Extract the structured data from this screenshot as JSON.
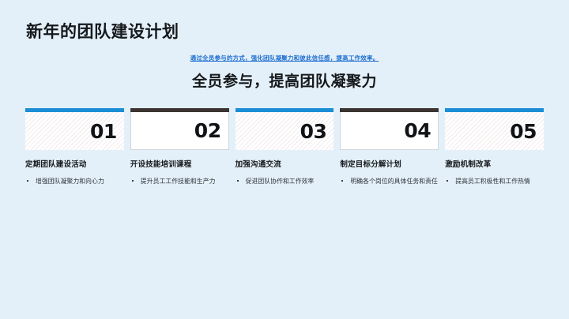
{
  "slide": {
    "background_color": "#e4f0f9",
    "title": "新年的团队建设计划",
    "caption": "通过全员参与的方式，强化团队凝聚力和彼此信任感，提高工作效率。",
    "caption_color": "#1f6fd0",
    "subtitle": "全员参与，提高团队凝聚力",
    "accent_blue": "#1b8ed6",
    "accent_dark": "#3a3532"
  },
  "cards": [
    {
      "number": "01",
      "heading": "定期团队建设活动",
      "bullets": [
        "增强团队凝聚力和向心力"
      ],
      "bar_color": "#1b8ed6",
      "style": "hatched"
    },
    {
      "number": "02",
      "heading": "开设技能培训课程",
      "bullets": [
        "提升员工工作技能和生产力"
      ],
      "bar_color": "#3a3532",
      "style": "plain"
    },
    {
      "number": "03",
      "heading": "加强沟通交流",
      "bullets": [
        "促进团队协作和工作效率"
      ],
      "bar_color": "#1b8ed6",
      "style": "hatched"
    },
    {
      "number": "04",
      "heading": "制定目标分解计划",
      "bullets": [
        "明确各个岗位的具体任务和责任"
      ],
      "bar_color": "#3a3532",
      "style": "plain"
    },
    {
      "number": "05",
      "heading": "激励机制改革",
      "bullets": [
        "提高员工积极性和工作热情"
      ],
      "bar_color": "#1b8ed6",
      "style": "hatched"
    }
  ]
}
